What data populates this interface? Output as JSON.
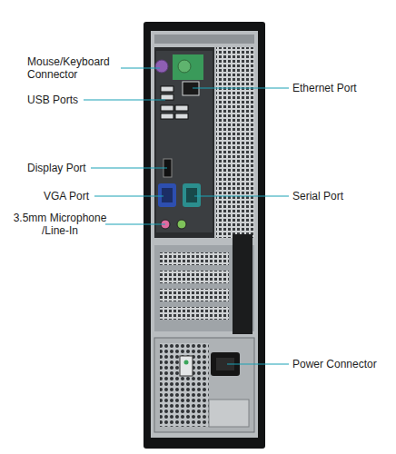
{
  "diagram": {
    "labels": [
      "Mouse/Keyboard Connector",
      "USB Ports",
      "Ethernet Port",
      "Display Port",
      "VGA Port",
      "Serial Port",
      "3.5mm Microphone /Line-In",
      "Power Connector"
    ]
  }
}
